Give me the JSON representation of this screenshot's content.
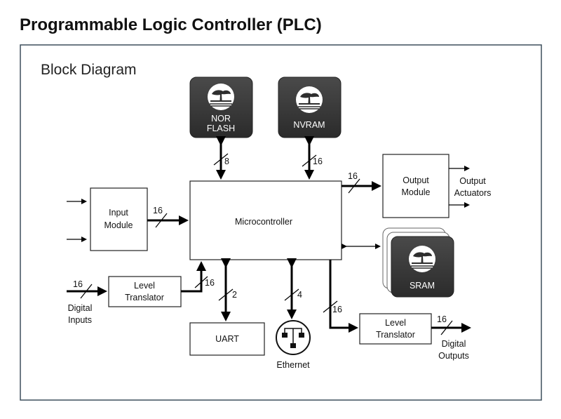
{
  "title": "Programmable Logic Controller (PLC)",
  "subtitle": "Block Diagram",
  "blocks": {
    "nor_flash": [
      "NOR",
      "FLASH"
    ],
    "nvram": "NVRAM",
    "sram": "SRAM",
    "microcontroller": "Microcontroller",
    "input_module": [
      "Input",
      "Module"
    ],
    "output_module": [
      "Output",
      "Module"
    ],
    "level_translator_in": [
      "Level",
      "Translator"
    ],
    "level_translator_out": [
      "Level",
      "Translator"
    ],
    "uart": "UART",
    "ethernet": "Ethernet"
  },
  "labels": {
    "output_actuators": [
      "Output",
      "Actuators"
    ],
    "digital_inputs": [
      "Digital",
      "Inputs"
    ],
    "digital_outputs": [
      "Digital",
      "Outputs"
    ]
  },
  "bus_widths": {
    "nor_flash": "8",
    "nvram": "16",
    "output_module": "16",
    "input_module": "16",
    "digital_inputs": "16",
    "level_translator_in": "16",
    "uart": "2",
    "ethernet": "4",
    "level_translator_out": "16",
    "digital_outputs": "16"
  }
}
